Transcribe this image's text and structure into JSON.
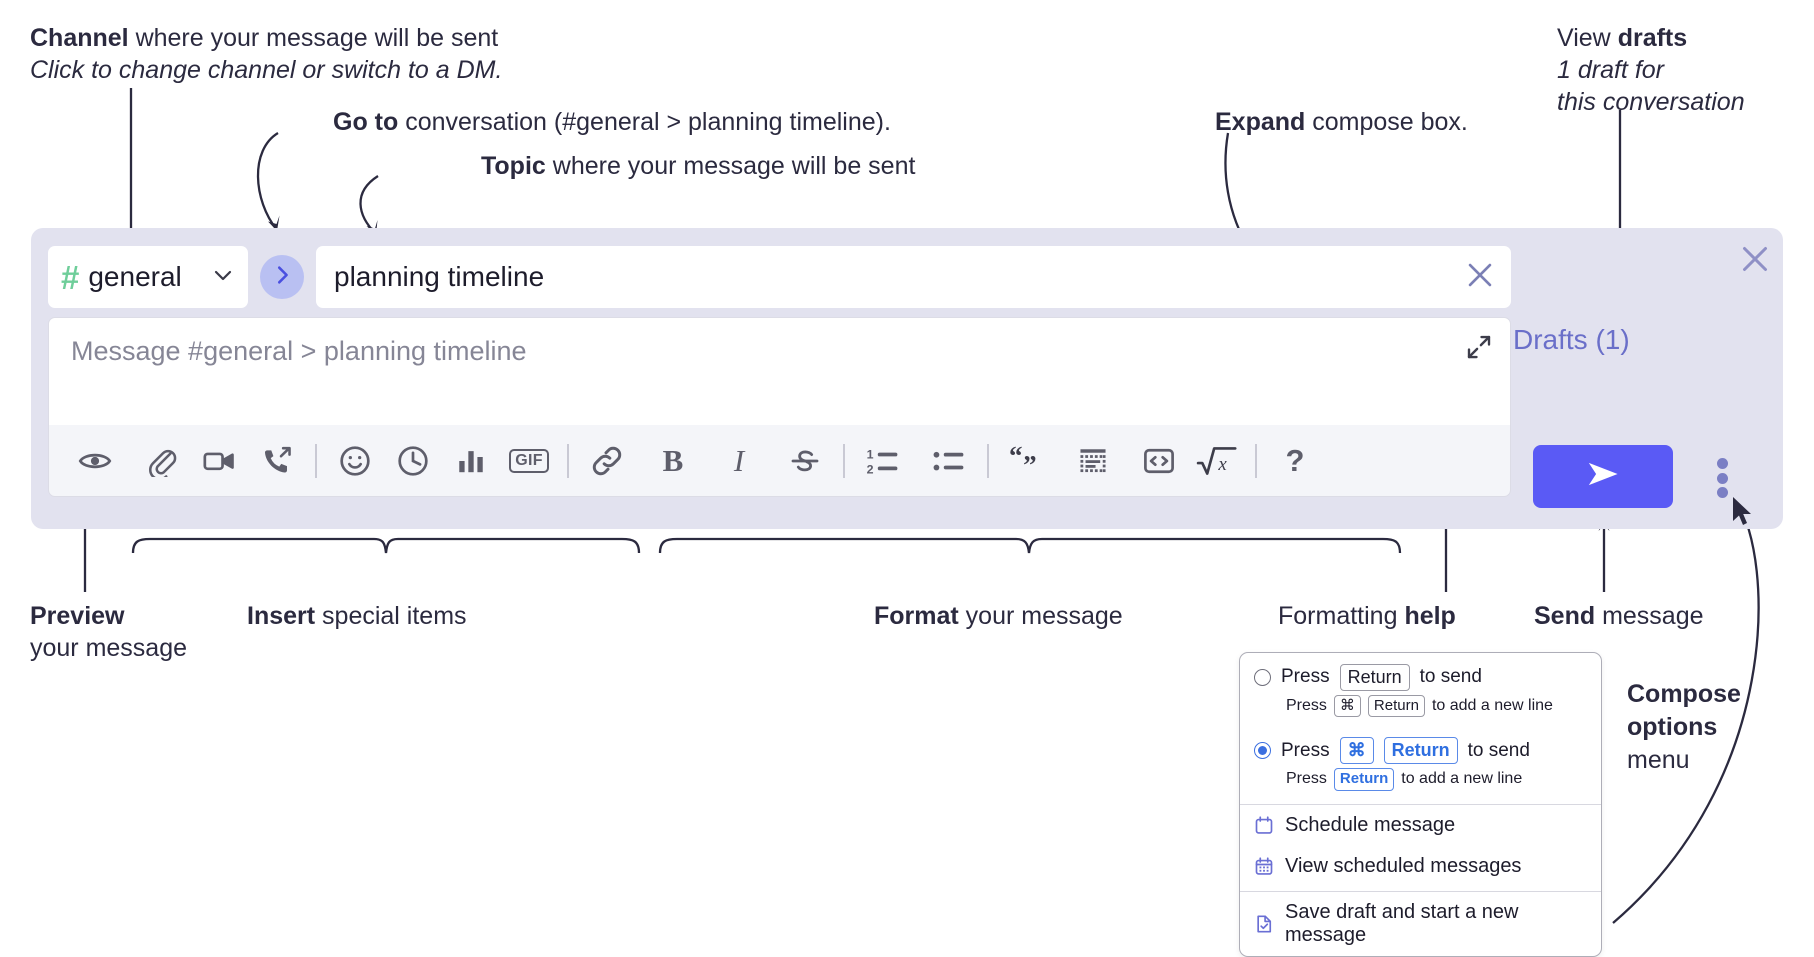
{
  "annotations": {
    "channel": {
      "bold": "Channel",
      "rest": " where your message will be sent",
      "italic": "Click to change channel or switch to a DM."
    },
    "goto": {
      "bold": "Go to",
      "rest": " conversation (#general > planning timeline)."
    },
    "topic": {
      "bold": "Topic",
      "rest": " where your message will be sent"
    },
    "expand": {
      "rest_before": "",
      "bold": "Expand",
      "rest": " compose box."
    },
    "drafts": {
      "pre": "View ",
      "bold": "drafts",
      "italic_l1": "1 draft for",
      "italic_l2": "this conversation"
    },
    "preview": {
      "bold": "Preview",
      "line2": "your message"
    },
    "insert": {
      "bold": "Insert",
      "rest": " special items"
    },
    "format": {
      "bold": "Format",
      "rest": " your message"
    },
    "help": {
      "pre": "Formatting ",
      "bold": "help"
    },
    "send": {
      "bold": "Send",
      "rest": " message"
    },
    "compose_options": {
      "bold_l1": "Compose",
      "bold_l2": "options",
      "l3": "menu"
    }
  },
  "compose": {
    "channel_name": "general",
    "channel_hash": "#",
    "topic_value": "planning timeline",
    "message_placeholder": "Message #general > planning timeline",
    "drafts_label": "Drafts (1)",
    "goto_icon": "chevron-right-icon",
    "expand_icon": "expand-icon",
    "close_icon": "close-icon",
    "send_icon": "send-paper-plane-icon",
    "clear_topic_icon": "close-icon"
  },
  "toolbar": {
    "groups": [
      {
        "name": "preview",
        "buttons": [
          {
            "name": "preview-button",
            "icon": "eye-icon",
            "label": ""
          }
        ]
      },
      {
        "name": "insert",
        "buttons": [
          {
            "name": "attach-file-button",
            "icon": "paperclip-icon",
            "label": ""
          },
          {
            "name": "record-video-button",
            "icon": "video-camera-icon",
            "label": ""
          },
          {
            "name": "record-audio-button",
            "icon": "phone-arrow-icon",
            "label": ""
          },
          {
            "name": "emoji-button",
            "icon": "smiley-icon",
            "label": ""
          },
          {
            "name": "reminder-button",
            "icon": "clock-icon",
            "label": ""
          },
          {
            "name": "poll-button",
            "icon": "bar-chart-icon",
            "label": ""
          },
          {
            "name": "gif-button",
            "icon": "gif-icon",
            "label": "GIF"
          }
        ]
      },
      {
        "name": "format",
        "buttons": [
          {
            "name": "link-button",
            "icon": "link-icon",
            "label": ""
          },
          {
            "name": "bold-button",
            "icon": "bold-icon",
            "label": "B"
          },
          {
            "name": "italic-button",
            "icon": "italic-icon",
            "label": "I"
          },
          {
            "name": "strikethrough-button",
            "icon": "strikethrough-icon",
            "label": "S"
          },
          {
            "name": "ordered-list-button",
            "icon": "ordered-list-icon",
            "label": ""
          },
          {
            "name": "bulleted-list-button",
            "icon": "bulleted-list-icon",
            "label": ""
          },
          {
            "name": "blockquote-button",
            "icon": "quote-icon",
            "label": ""
          },
          {
            "name": "code-block-button",
            "icon": "code-block-icon",
            "label": ""
          },
          {
            "name": "code-inline-button",
            "icon": "code-brackets-icon",
            "label": ""
          },
          {
            "name": "latex-button",
            "icon": "square-root-x-icon",
            "label": ""
          }
        ]
      },
      {
        "name": "help",
        "buttons": [
          {
            "name": "formatting-help-button",
            "icon": "question-mark-icon",
            "label": "?"
          }
        ]
      }
    ]
  },
  "options_menu": {
    "option1": {
      "selected": false,
      "press": "Press",
      "key": "Return",
      "to_send": "to send",
      "sub_press": "Press",
      "sub_key1": "⌘",
      "sub_key2": "Return",
      "sub_tail": "to add a new line"
    },
    "option2": {
      "selected": true,
      "press": "Press",
      "key1": "⌘",
      "key2": "Return",
      "to_send": "to send",
      "sub_press": "Press",
      "sub_key": "Return",
      "sub_tail": "to add a new line"
    },
    "items": [
      {
        "name": "schedule-message-item",
        "icon": "calendar-icon",
        "label": "Schedule message"
      },
      {
        "name": "view-scheduled-messages-item",
        "icon": "calendar-grid-icon",
        "label": "View scheduled messages"
      },
      {
        "name": "save-draft-item",
        "icon": "document-check-icon",
        "label": "Save draft and start a new message"
      }
    ]
  },
  "colors": {
    "panel_bg": "#e2e2ef",
    "accent_purple": "#5a5af5",
    "channel_green": "#6fce9a",
    "drafts_link": "#6a6fc9",
    "kbd_blue": "#2f6fe0",
    "toolbar_bg": "#f4f5f9",
    "text_dark": "#2b2a3f"
  }
}
